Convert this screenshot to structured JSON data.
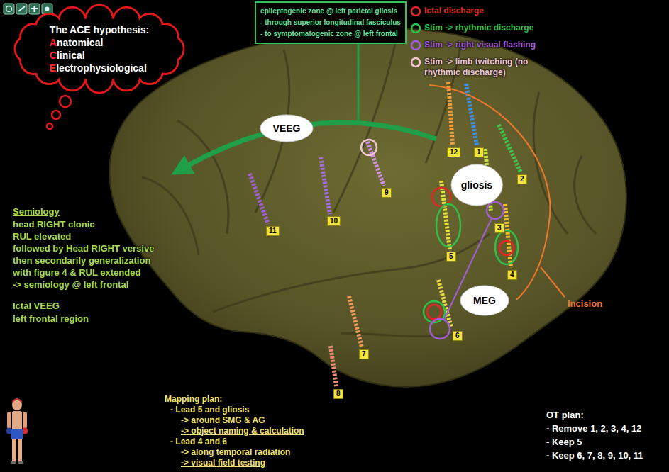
{
  "diagram": {
    "nodes": [
      {
        "text": [
          "The ACE hypothesis:",
          "Anatomical",
          "Clinical",
          "Electrophysiological"
        ]
      },
      {
        "text": [
          "epileptogenic zone @ left parietal gliosis",
          "- through superior longitudinal fasciculus",
          "- to symptomatogenic zone @ left frontal"
        ]
      },
      {
        "text": [
          "VEEG"
        ]
      },
      {
        "text": [
          "gliosis"
        ]
      },
      {
        "text": [
          "MEG"
        ]
      }
    ],
    "labels": [
      "12",
      "1",
      "2",
      "3",
      "5",
      "4",
      "6",
      "9",
      "10",
      "11",
      "7",
      "8",
      "Semiology",
      "head RIGHT clonic",
      "RUL elevated",
      "followed by Head RIGHT versive",
      "then secondarily generalization",
      "with figure 4 & RUL extended",
      "-> semiology @ left frontal",
      "Ictal VEEG",
      "left frontal region",
      "Incision",
      "Mapping plan:",
      "- Lead 5 and gliosis",
      "-> around SMG & AG",
      "-> object naming & calculation",
      "- Lead 4 and 6",
      "-> along temporal radiation",
      "-> visual field testing",
      "OT plan:",
      "- Remove 1, 2, 3, 4, 12",
      "- Keep 5",
      "- Keep 6, 7, 8, 9, 10, 11"
    ],
    "legend": [
      {
        "text": "Ictal discharge",
        "color": "#e32626"
      },
      {
        "text": "Stim -> rhythmic discharge",
        "color": "#2ec04a"
      },
      {
        "text": "Stim -> right visual flashing",
        "color": "#a15fd6"
      },
      {
        "text": "Stim -> limb twitching (no rhythmic discharge)",
        "color": "#f0c8d4"
      }
    ]
  }
}
